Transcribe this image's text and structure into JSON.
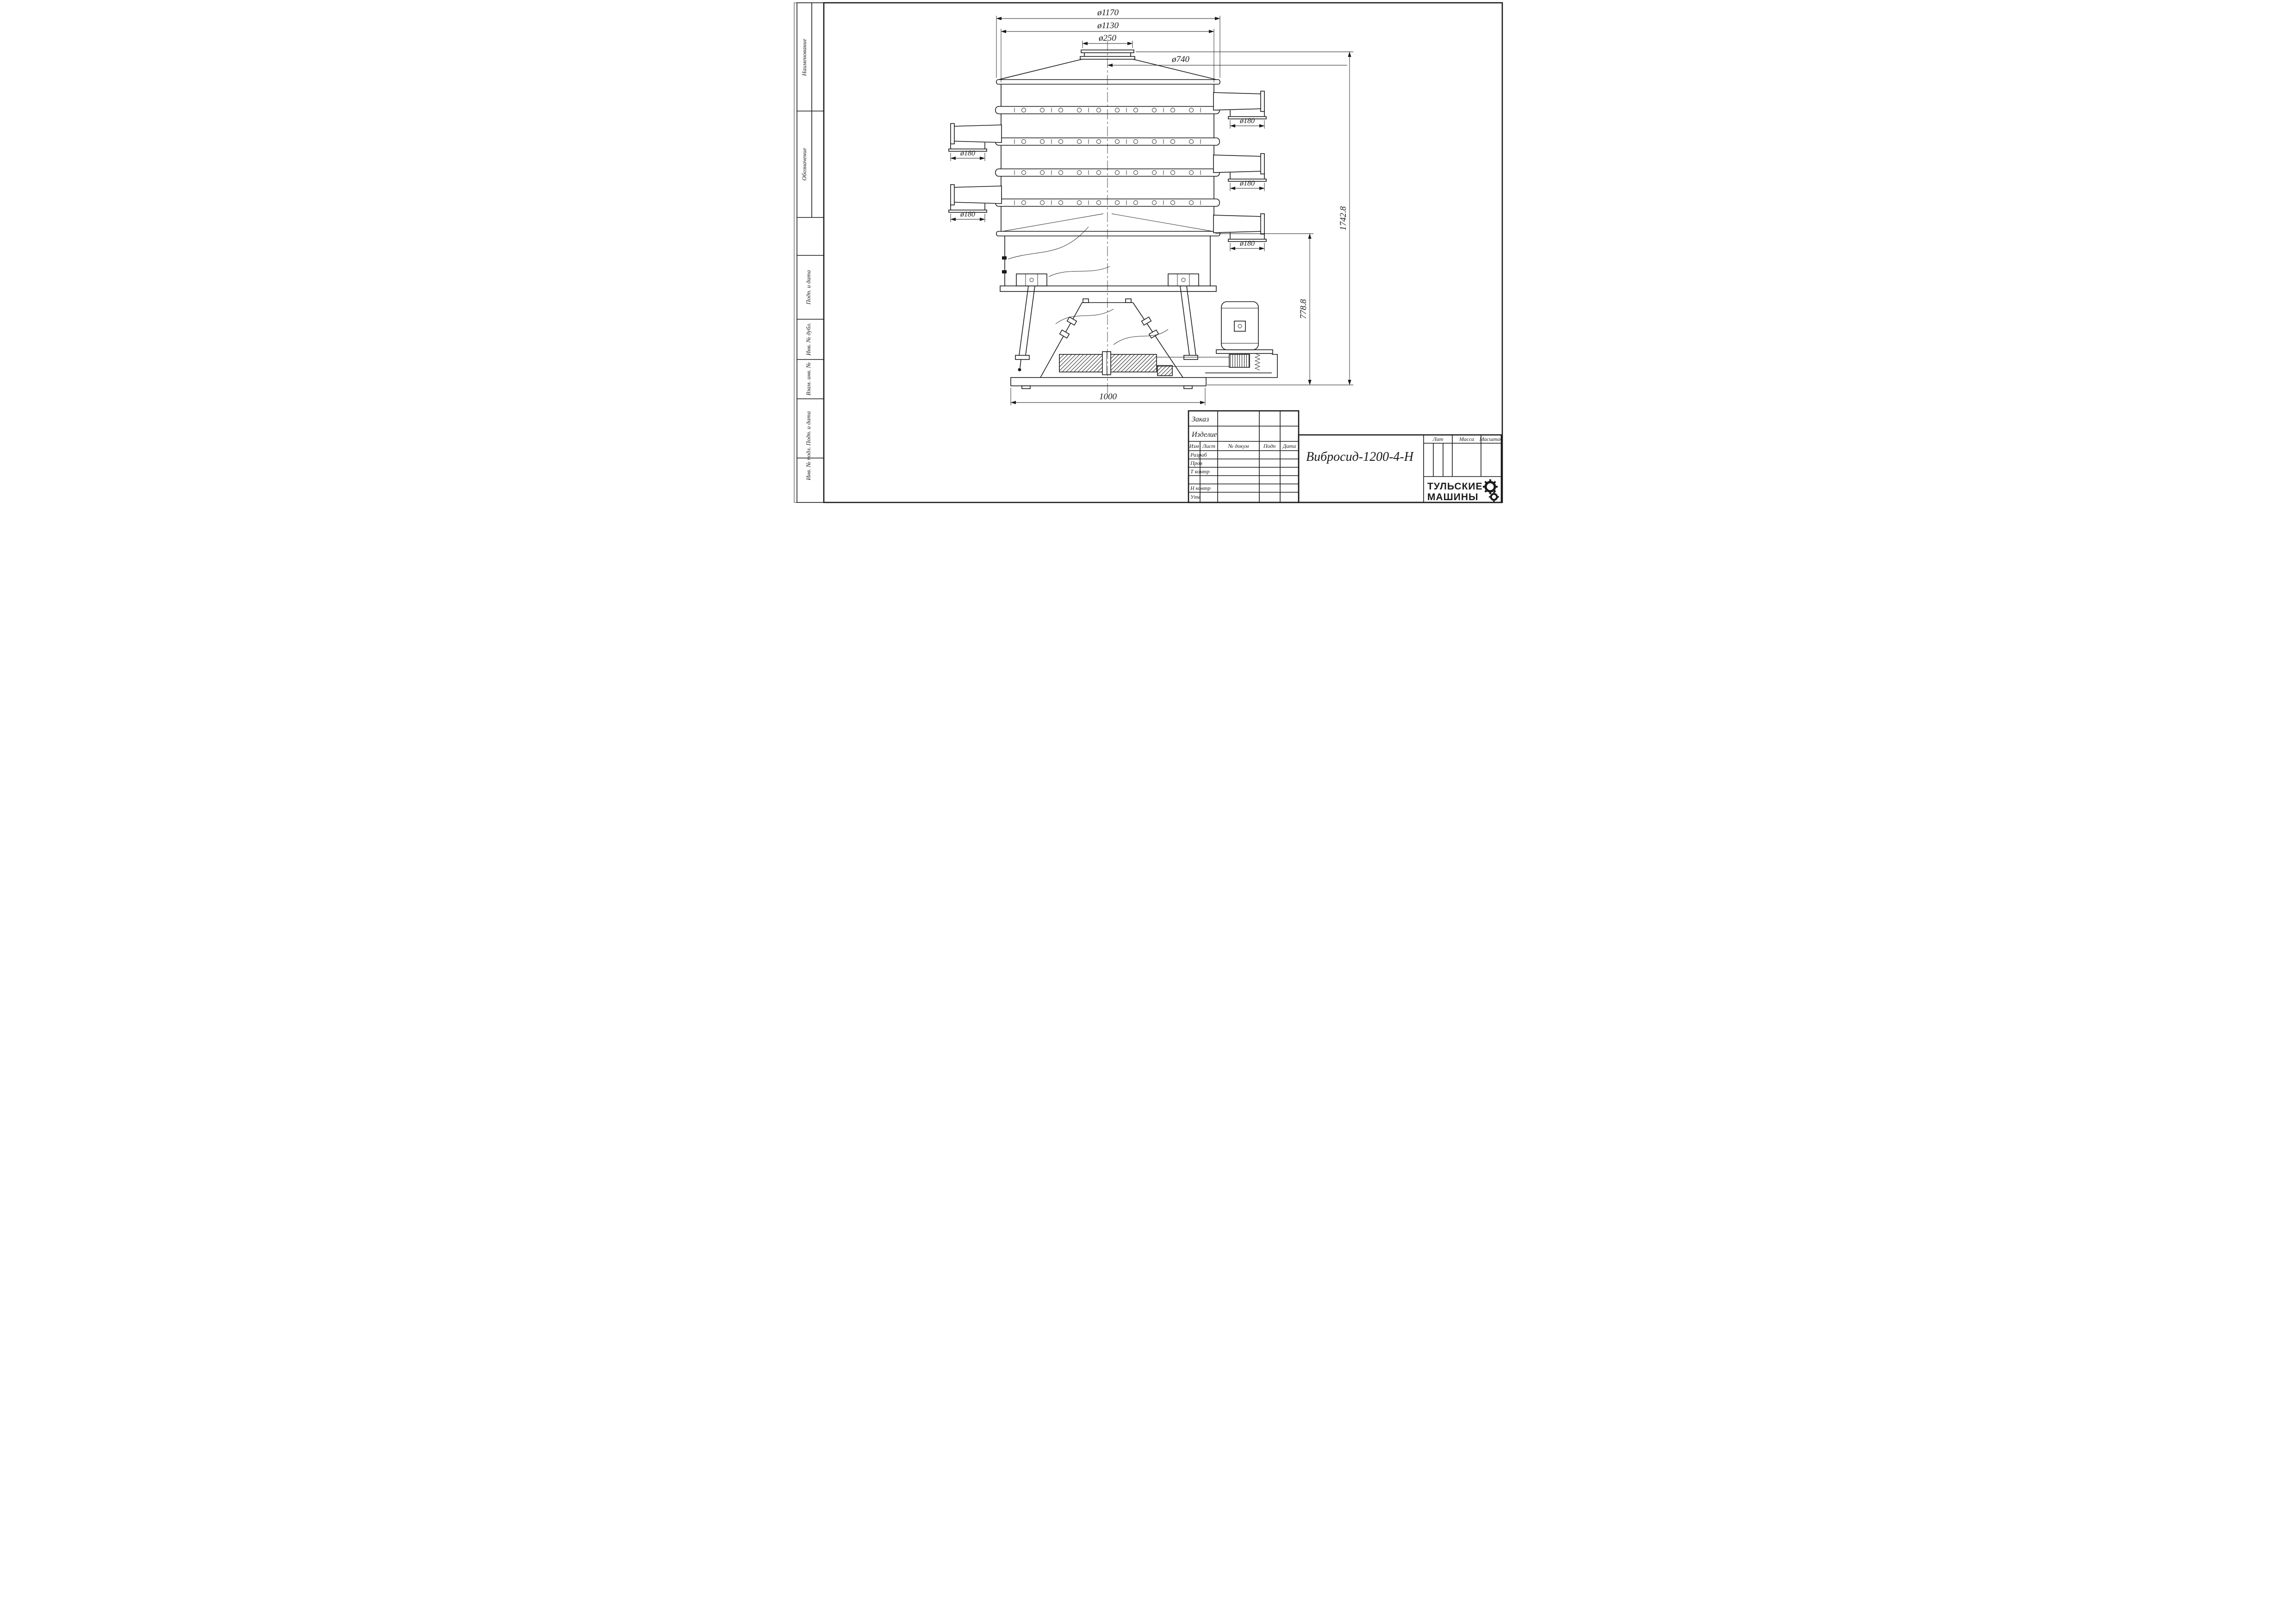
{
  "page": {
    "paper": "#ffffff",
    "ink": "#1a1a1a"
  },
  "margin_labels": {
    "naimenovanie": "Наименование",
    "oboznachenie": "Обозначение",
    "podp_i_data_1": "Подп. и дата",
    "inv_no_dubl": "Инв. № дубл.",
    "vzam_inv_no": "Взам. инв. №",
    "podp_i_data_2": "Подп. и дата",
    "inv_no_podl": "Инв. № подл."
  },
  "dimensions": {
    "top_outer": "ø1170",
    "top_inner": "ø1130",
    "inlet": "ø250",
    "cover": "ø740",
    "outlet_r1": "ø180",
    "outlet_l1": "ø180",
    "outlet_r2": "ø180",
    "outlet_l2": "ø180",
    "outlet_r3": "ø180",
    "height_total": "1742.8",
    "height_base": "778.8",
    "base_width": "1000"
  },
  "title_block": {
    "zakaz": "Заказ",
    "izdelie": "Изделие",
    "izm": "Изм",
    "list": "Лист",
    "no_dokum": "№ докум",
    "podp": "Подп",
    "data": "Дата",
    "razrab": "Разраб",
    "prov": "Пров",
    "t_kontr": "Т контр",
    "n_kontr": "Н контр",
    "utv": "Утв",
    "lit": "Лит",
    "massa": "Масса",
    "masshtab": "Масштаб",
    "doc_name": "Вибросид-1200-4-Н",
    "company_line1": "ТУЛЬСКИЕ",
    "company_line2": "МАШИНЫ"
  }
}
